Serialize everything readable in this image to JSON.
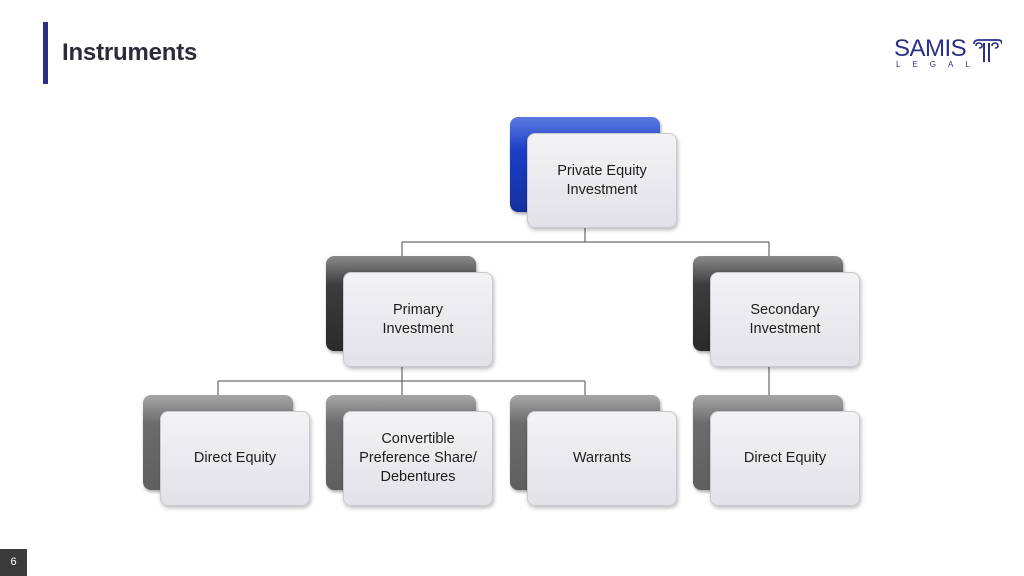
{
  "header": {
    "title": "Instruments"
  },
  "logo": {
    "name": "SAMIS",
    "tagline": "LEGAL"
  },
  "footer": {
    "page_number": "6"
  },
  "diagram": {
    "root": {
      "label": "Private Equity Investment",
      "line1": "Private Equity",
      "line2": "Investment",
      "accent": "#1b3fc7"
    },
    "level2": [
      {
        "label": "Primary Investment",
        "line1": "Primary",
        "line2": "Investment",
        "accent": "#333333"
      },
      {
        "label": "Secondary Investment",
        "line1": "Secondary",
        "line2": "Investment",
        "accent": "#333333"
      }
    ],
    "level3": [
      {
        "label": "Direct Equity",
        "line1": "Direct Equity",
        "parent": "Primary Investment"
      },
      {
        "label": "Convertible Preference Share/ Debentures",
        "line1": "Convertible",
        "line2": "Preference Share/",
        "line3": "Debentures",
        "parent": "Primary Investment"
      },
      {
        "label": "Warrants",
        "line1": "Warrants",
        "parent": "Primary Investment"
      },
      {
        "label": "Direct Equity",
        "line1": "Direct Equity",
        "parent": "Secondary Investment"
      }
    ]
  }
}
